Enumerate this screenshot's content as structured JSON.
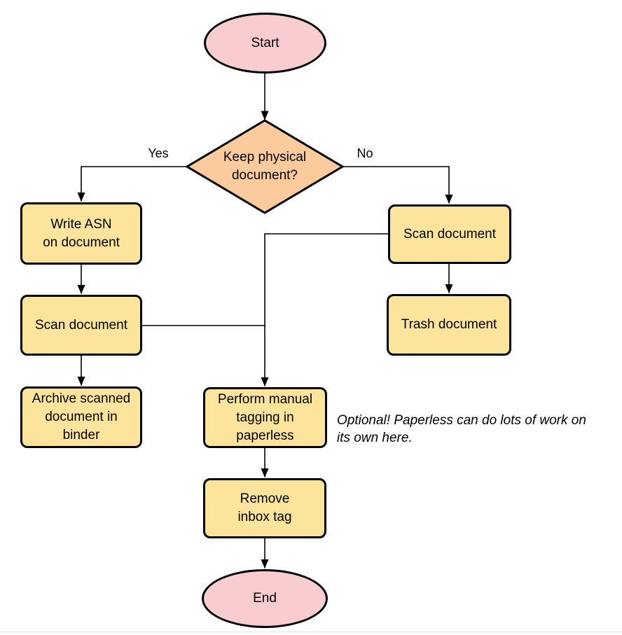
{
  "diagram": {
    "type": "flowchart",
    "nodes": {
      "start": {
        "label": "Start",
        "shape": "terminal"
      },
      "decision": {
        "label": "Keep physical\ndocument?",
        "shape": "decision"
      },
      "write_asn": {
        "label": "Write ASN\non document",
        "shape": "process"
      },
      "scan_left": {
        "label": "Scan document",
        "shape": "process"
      },
      "archive": {
        "label": "Archive scanned\ndocument in\nbinder",
        "shape": "process"
      },
      "scan_right": {
        "label": "Scan document",
        "shape": "process"
      },
      "trash": {
        "label": "Trash document",
        "shape": "process"
      },
      "tagging": {
        "label": "Perform manual\ntagging in\npaperless",
        "shape": "process"
      },
      "remove_inbox": {
        "label": "Remove\ninbox tag",
        "shape": "process"
      },
      "end": {
        "label": "End",
        "shape": "terminal"
      }
    },
    "edge_labels": {
      "yes": "Yes",
      "no": "No"
    },
    "note": "Optional! Paperless can do lots of work on\nits own here.",
    "colors": {
      "terminal_fill": "#f9cdd0",
      "decision_fill": "#fccb9d",
      "process_fill": "#fde49c",
      "stroke": "#000000"
    }
  }
}
